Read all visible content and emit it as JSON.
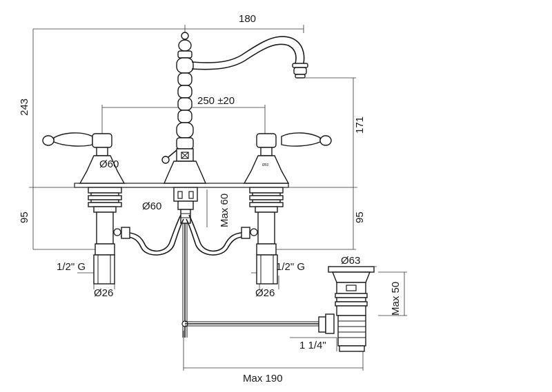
{
  "dimensions": {
    "spout_reach": "180",
    "overall_height": "243",
    "spout_height": "171",
    "center_distance": "250 ±20",
    "left_handle_base": "Ø60",
    "right_handle_base_small": "Ø60",
    "spout_base": "Ø60",
    "max_deck_thickness": "Max 60",
    "left_below_deck": "95",
    "right_below_deck": "95",
    "left_thread": "1/2\" G",
    "right_thread": "1/2\" G",
    "left_pipe": "Ø26",
    "right_pipe": "Ø26",
    "waste_top": "Ø63",
    "waste_height": "Max 50",
    "waste_thread": "1 1/4\"",
    "rod_length": "Max 190"
  },
  "colors": {
    "line": "#1a1a1a",
    "background": "#ffffff"
  }
}
